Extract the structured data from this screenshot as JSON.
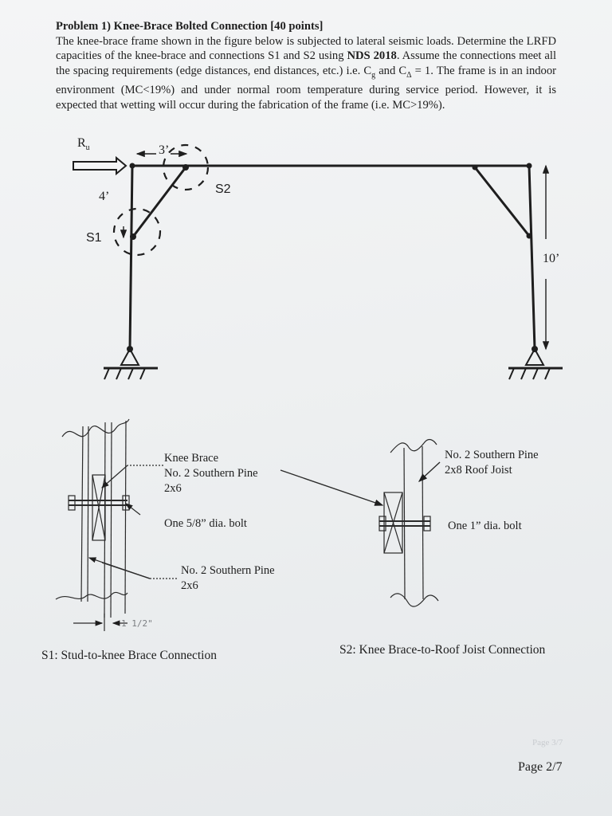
{
  "problem": {
    "heading": "Problem 1) Knee-Brace Bolted Connection",
    "points": "[40 points]",
    "text_1": "The knee-brace frame shown in the figure below is subjected to lateral seismic loads. Determine the LRFD capacities of the knee-brace and connections S1 and S2 using ",
    "nds": "NDS 2018",
    "text_2": ". Assume the connections meet all the spacing requirements (edge distances, end distances, etc.) i.e. ",
    "cg": "C",
    "cg_sub": "g",
    "and_word": " and ",
    "cd": "C",
    "cd_sub": "Δ",
    "text_3": " = 1. The frame is in an indoor environment (MC<19%) and under normal room temperature during service period. However, it is expected that wetting will occur during the fabrication of the frame (i.e. MC>19%)."
  },
  "frame": {
    "load_label": "R",
    "load_sub": "u",
    "dim_top": "3’",
    "dim_left": "4’",
    "dim_right": "10’",
    "s1_label": "S1",
    "s2_label": "S2"
  },
  "detail_s1": {
    "knee_brace_1": "Knee Brace",
    "knee_brace_2": "No. 2 Southern Pine",
    "knee_brace_3": "2x6",
    "bolt": "One 5/8” dia. bolt",
    "stud_1": "No. 2 Southern Pine",
    "stud_2": "2x6",
    "dim": "1 1/2\"",
    "caption": "S1: Stud-to-knee Brace Connection"
  },
  "detail_s2": {
    "joist_1": "No. 2 Southern Pine",
    "joist_2": "2x8 Roof Joist",
    "bolt": "One 1” dia. bolt",
    "caption": "S2: Knee Brace-to-Roof Joist Connection"
  },
  "footer": {
    "page": "Page 2/7",
    "ghost": "Page 3/7"
  }
}
